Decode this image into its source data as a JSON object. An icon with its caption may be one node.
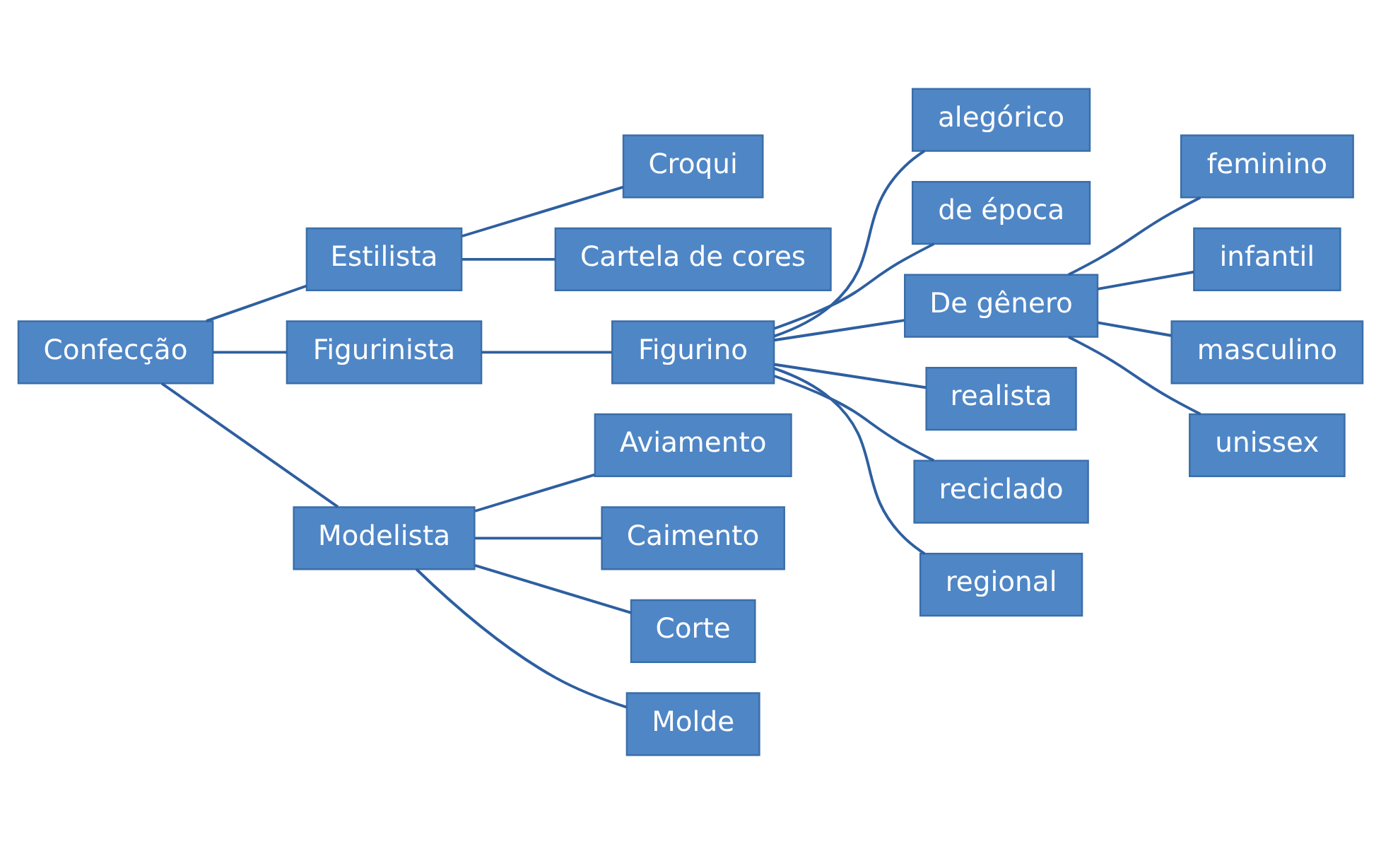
{
  "diagram": {
    "nodes": [
      {
        "text": [
          "Confecção"
        ]
      },
      {
        "text": [
          "Estilista"
        ]
      },
      {
        "text": [
          "Figurinista"
        ]
      },
      {
        "text": [
          "Modelista"
        ]
      },
      {
        "text": [
          "Croqui"
        ]
      },
      {
        "text": [
          "Cartela de cores"
        ]
      },
      {
        "text": [
          "Figurino"
        ]
      },
      {
        "text": [
          "Aviamento"
        ]
      },
      {
        "text": [
          "Caimento"
        ]
      },
      {
        "text": [
          "Corte"
        ]
      },
      {
        "text": [
          "Molde"
        ]
      },
      {
        "text": [
          "alegórico"
        ]
      },
      {
        "text": [
          "de época"
        ]
      },
      {
        "text": [
          "De gênero"
        ]
      },
      {
        "text": [
          "realista"
        ]
      },
      {
        "text": [
          "reciclado"
        ]
      },
      {
        "text": [
          "regional"
        ]
      },
      {
        "text": [
          "feminino"
        ]
      },
      {
        "text": [
          "infantil"
        ]
      },
      {
        "text": [
          "masculino"
        ]
      },
      {
        "text": [
          "unissex"
        ]
      }
    ],
    "edges": [
      {
        "from": 0,
        "to": 1,
        "arrow": "none"
      },
      {
        "from": 0,
        "to": 2,
        "arrow": "none"
      },
      {
        "from": 0,
        "to": 3,
        "arrow": "none"
      },
      {
        "from": 1,
        "to": 4,
        "arrow": "none"
      },
      {
        "from": 1,
        "to": 5,
        "arrow": "none"
      },
      {
        "from": 2,
        "to": 6,
        "arrow": "none"
      },
      {
        "from": 3,
        "to": 7,
        "arrow": "none"
      },
      {
        "from": 3,
        "to": 8,
        "arrow": "none"
      },
      {
        "from": 3,
        "to": 9,
        "arrow": "none"
      },
      {
        "from": 3,
        "to": 10,
        "arrow": "none"
      },
      {
        "from": 6,
        "to": 11,
        "arrow": "none"
      },
      {
        "from": 6,
        "to": 12,
        "arrow": "none"
      },
      {
        "from": 6,
        "to": 13,
        "arrow": "none"
      },
      {
        "from": 6,
        "to": 14,
        "arrow": "none"
      },
      {
        "from": 6,
        "to": 15,
        "arrow": "none"
      },
      {
        "from": 6,
        "to": 16,
        "arrow": "none"
      },
      {
        "from": 13,
        "to": 17,
        "arrow": "none"
      },
      {
        "from": 13,
        "to": 18,
        "arrow": "none"
      },
      {
        "from": 13,
        "to": 19,
        "arrow": "none"
      },
      {
        "from": 13,
        "to": 20,
        "arrow": "none"
      }
    ]
  }
}
